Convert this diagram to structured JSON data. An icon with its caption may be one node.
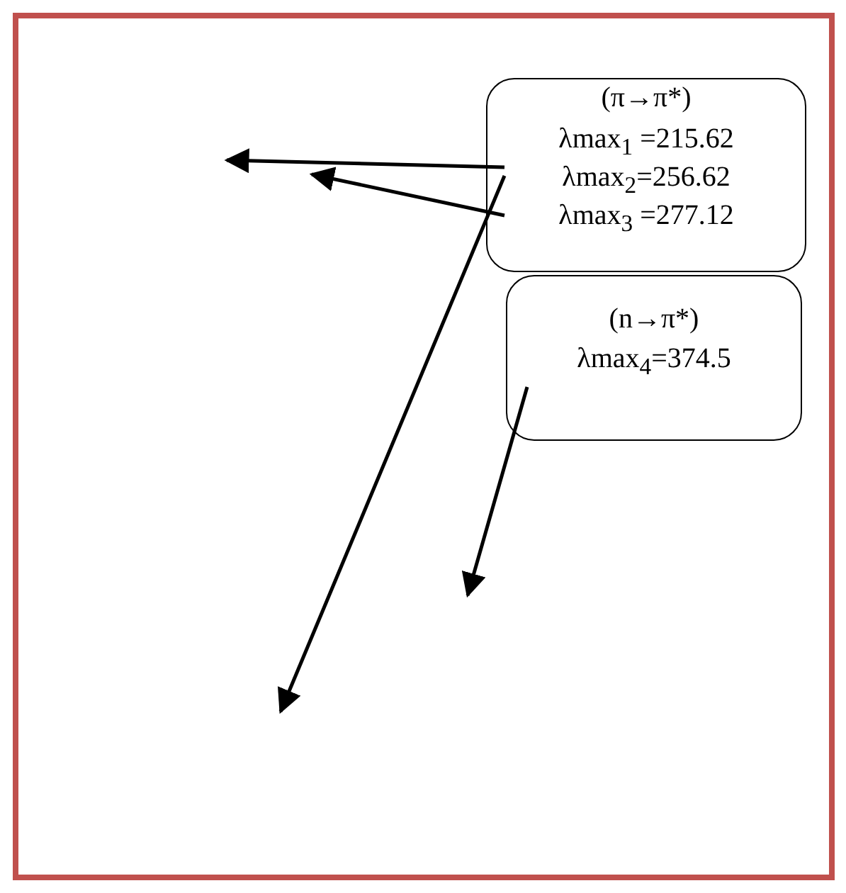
{
  "diagram": {
    "nodes": [
      {
        "text": [
          "(π→π*)",
          "λmax$_{1}$ =215.62",
          "λmax$_{2}$=256.62",
          "λmax$_{3}$ =277.12"
        ]
      },
      {
        "text": [
          "(n→π*)",
          "λmax$_{4}$=374.5"
        ]
      }
    ],
    "edges": [
      {
        "from": 0,
        "to": null,
        "arrow": "to"
      },
      {
        "from": 0,
        "to": null,
        "arrow": "to"
      },
      {
        "from": 0,
        "to": null,
        "arrow": "to"
      },
      {
        "from": 1,
        "to": null,
        "arrow": "to"
      }
    ]
  }
}
